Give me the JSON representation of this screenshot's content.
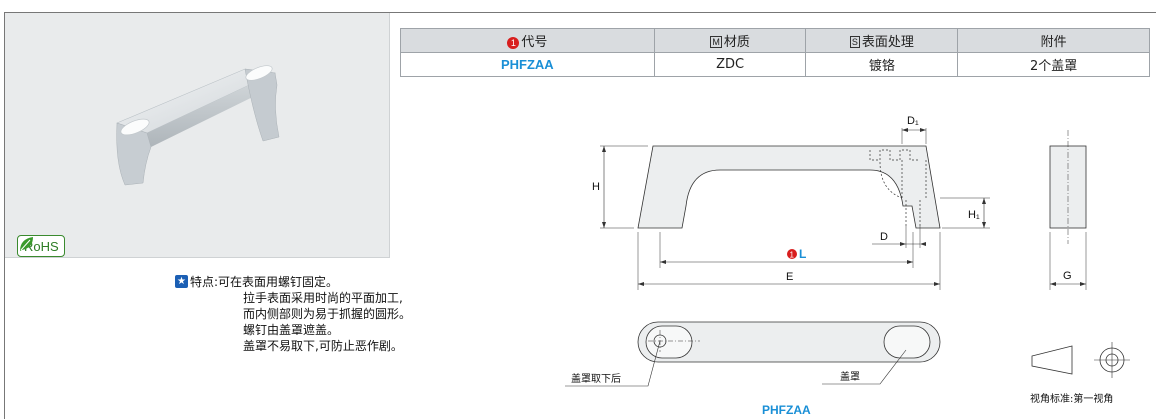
{
  "rohs_label": "RoHS",
  "features": {
    "title": "特点:",
    "lines": [
      "可在表面用螺钉固定。",
      "拉手表面采用时尚的平面加工,",
      "而内侧部则为易于抓握的圆形。",
      "螺钉由盖罩遮盖。",
      "盖罩不易取下,可防止恶作剧。"
    ]
  },
  "table": {
    "headers": {
      "code_num": "1",
      "code": "代号",
      "material_box": "M",
      "material": "材质",
      "surface_box": "S",
      "surface": "表面处理",
      "accessory": "附件"
    },
    "row": {
      "code": "PHFZAA",
      "material": "ZDC",
      "surface": "镀铬",
      "accessory": "2个盖罩"
    }
  },
  "drawing": {
    "dim_H": "H",
    "dim_D1": "D₁",
    "dim_D": "D",
    "dim_H1": "H₁",
    "dim_L_num": "1",
    "dim_L": "L",
    "dim_E": "E",
    "dim_G": "G",
    "label_cover_removed": "盖罩取下后",
    "label_cover": "盖罩",
    "caption": "PHFZAA",
    "view_standard": "视角标准:第一视角"
  },
  "colors": {
    "accent_blue": "#1a8fd6",
    "marker_red": "#d81e1e",
    "rohs_green": "#2e7d25"
  }
}
